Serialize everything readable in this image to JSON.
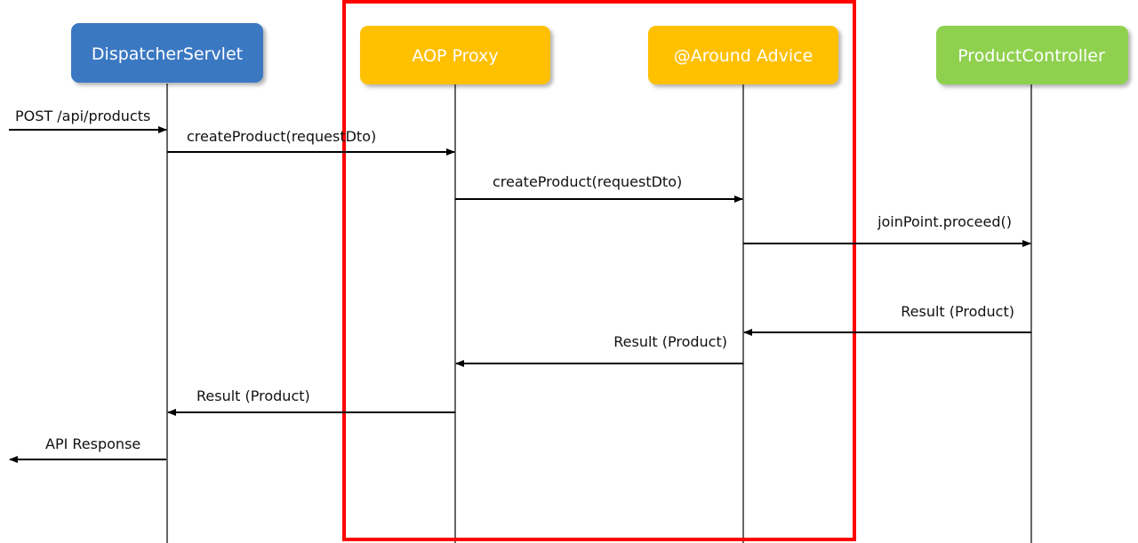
{
  "participants": [
    {
      "id": "dispatcher",
      "label": "DispatcherServlet",
      "color": "#3a78c2"
    },
    {
      "id": "proxy",
      "label": "AOP Proxy",
      "color": "#ffc000"
    },
    {
      "id": "advice",
      "label": "@Around Advice",
      "color": "#ffc000"
    },
    {
      "id": "controller",
      "label": "ProductController",
      "color": "#8fd14f"
    }
  ],
  "messages": [
    {
      "label": "POST /api/products",
      "from": "external",
      "to": "dispatcher"
    },
    {
      "label": "createProduct(requestDto)",
      "from": "dispatcher",
      "to": "proxy"
    },
    {
      "label": "createProduct(requestDto)",
      "from": "proxy",
      "to": "advice"
    },
    {
      "label": "joinPoint.proceed()",
      "from": "advice",
      "to": "controller"
    },
    {
      "label": "Result (Product)",
      "from": "controller",
      "to": "advice"
    },
    {
      "label": "Result (Product)",
      "from": "advice",
      "to": "proxy"
    },
    {
      "label": "Result (Product)",
      "from": "proxy",
      "to": "dispatcher"
    },
    {
      "label": "API Response",
      "from": "dispatcher",
      "to": "external"
    }
  ],
  "highlight_color": "#ff0000"
}
